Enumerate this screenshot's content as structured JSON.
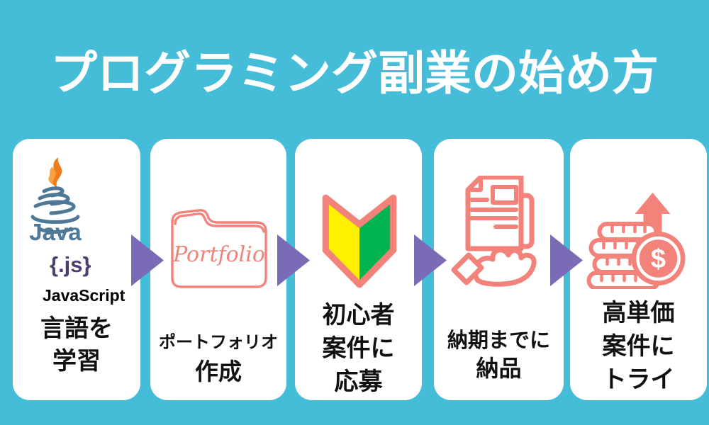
{
  "title": "プログラミング副業の始め方",
  "colors": {
    "background": "#45BDD9",
    "card": "#FFFFFF",
    "arrow": "#7B6BB7",
    "coral": "#F2827A",
    "wakaba_yellow": "#FFF000",
    "wakaba_green": "#00B54F",
    "java_blue": "#4E7896",
    "java_orange": "#EE7C18",
    "js_purple": "#4D3E6E",
    "text": "#111111"
  },
  "steps": [
    {
      "name": "learn-language",
      "icons": [
        "java-logo",
        "javascript-logo"
      ],
      "java_label": "Java",
      "js_badge": "{.js}",
      "js_name": "JavaScript",
      "lines": [
        "言語を",
        "学習"
      ]
    },
    {
      "name": "create-portfolio",
      "icons": [
        "portfolio-folder"
      ],
      "folder_label": "Portfolio",
      "lines": [
        "ポートフォリオ",
        "作成"
      ]
    },
    {
      "name": "apply-beginner-jobs",
      "icons": [
        "beginner-wakaba-mark"
      ],
      "lines": [
        "初心者",
        "案件に",
        "応募"
      ]
    },
    {
      "name": "deliver-by-deadline",
      "icons": [
        "hand-delivering-document"
      ],
      "lines": [
        "納期までに",
        "納品"
      ]
    },
    {
      "name": "try-high-price-jobs",
      "icons": [
        "coins-dollar-growth"
      ],
      "coin_symbol": "$",
      "lines": [
        "高単価",
        "案件に",
        "トライ"
      ]
    }
  ]
}
